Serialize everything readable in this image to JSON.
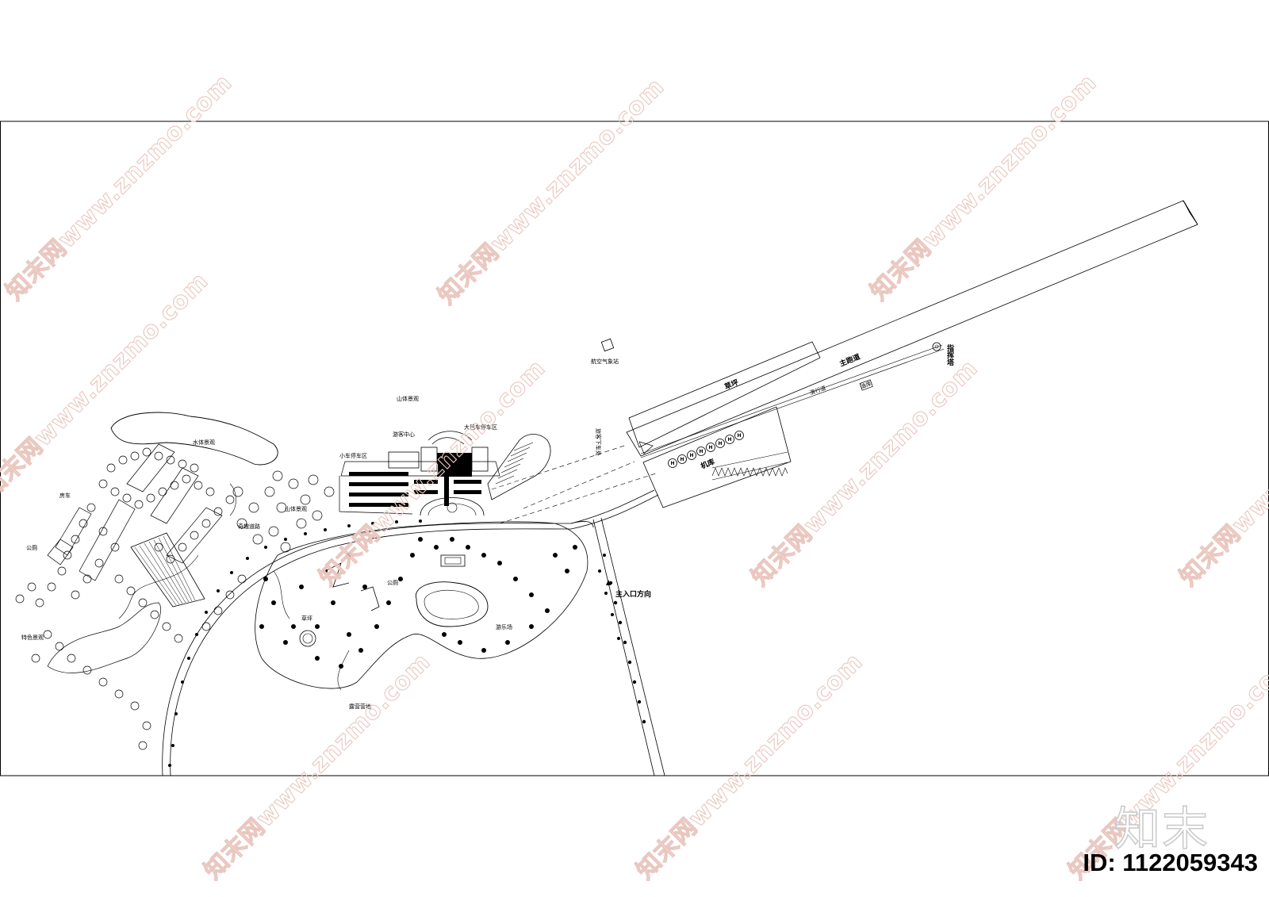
{
  "labels": {
    "shanti_jingguan_top": "山体景观",
    "shuiti_jingguan": "水体景观",
    "youke_zhongxin": "游客中心",
    "daba_tingche": "大巴车停车区",
    "xiaoche_tingche": "小车停车区",
    "shanti_jingguan_mid": "山体景观",
    "qiqu_daolu": "奇趣道路",
    "fangche": "房车",
    "gongce_left": "公厕",
    "tese_jingguan": "特色景观",
    "caoping_park": "草坪",
    "gongce_mid": "公厕",
    "youle_chang": "游乐场",
    "lushi_yingdi": "露营营地",
    "zhu_rukou": "主入口方向",
    "caoping_runway": "草坪",
    "zhu_paodao": "主跑道",
    "jiku": "机库",
    "zhihuita": "指挥塔",
    "hangkong_qixiangzhan": "航空气象站",
    "huaxing_dao": "滑行道",
    "youkouchu": "油库",
    "juesaixia": "旅客下车处"
  },
  "watermark": {
    "text": "知末网www.znzmo.com",
    "color": "#e9c7bf"
  },
  "brand": {
    "logo_text": "知末"
  },
  "id_label": "ID: 1122059343"
}
